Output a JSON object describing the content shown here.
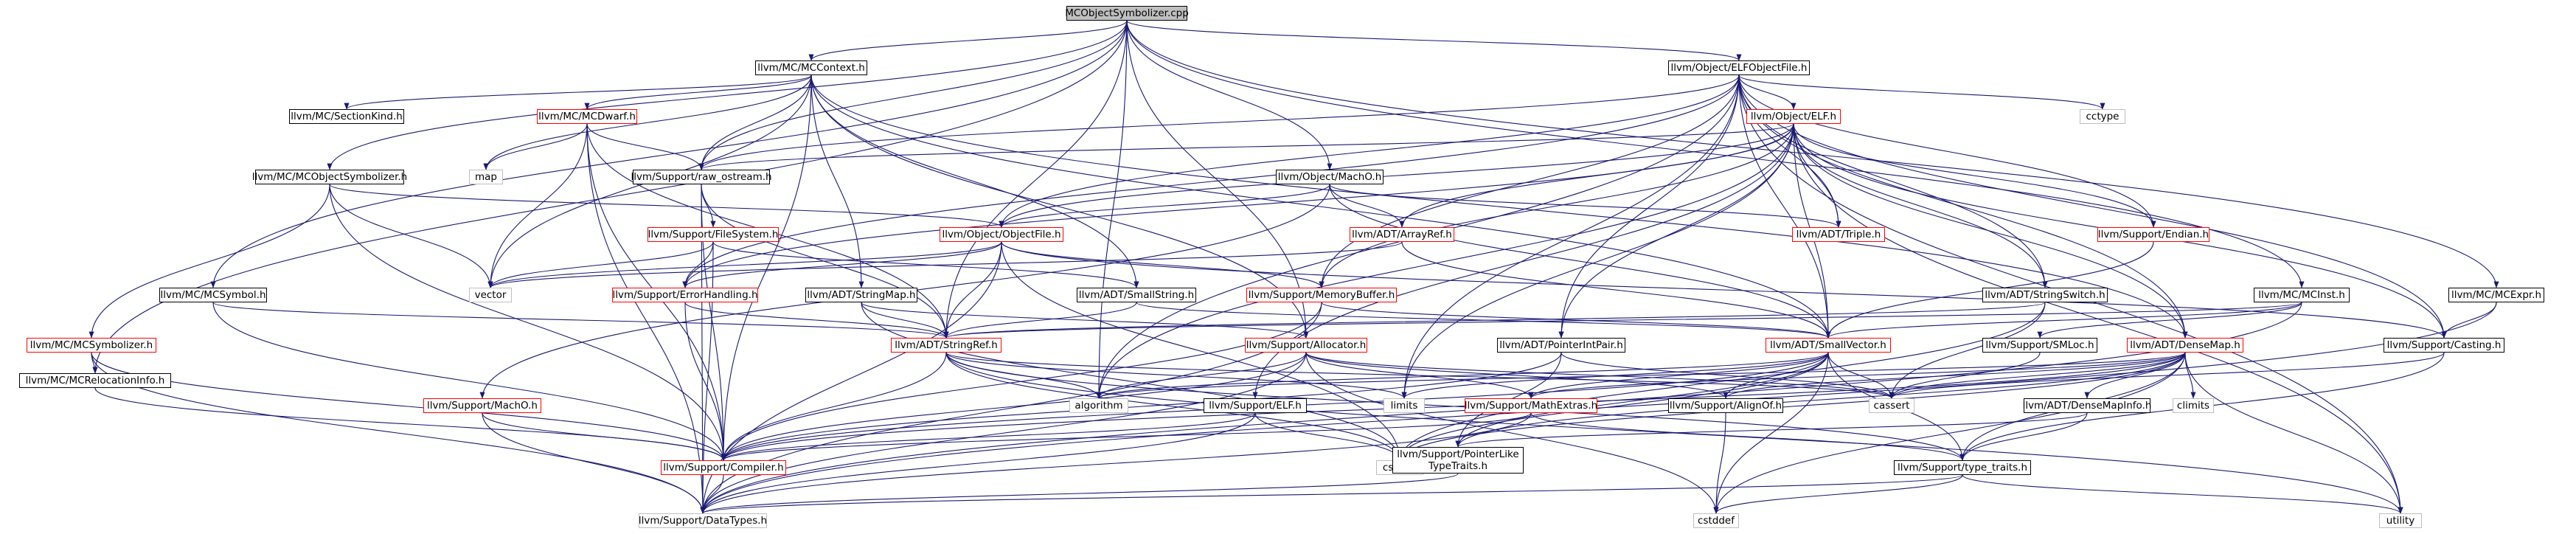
{
  "title": "MCObjectSymbolizer.cpp",
  "colors": {
    "edge": "#191970",
    "root_fill": "#bfbfbf",
    "documented_border": "#000000",
    "truncated_border": "#ff0000",
    "external_border": "#bfbfbf"
  },
  "nodes": [
    {
      "id": "root",
      "label": "MCObjectSymbolizer.cpp",
      "kind": "root"
    },
    {
      "id": "mccontext",
      "label": "llvm/MC/MCContext.h",
      "kind": "doc"
    },
    {
      "id": "elfobjfile",
      "label": "llvm/Object/ELFObjectFile.h",
      "kind": "doc"
    },
    {
      "id": "sectionkind",
      "label": "llvm/MC/SectionKind.h",
      "kind": "doc"
    },
    {
      "id": "mcdwarf",
      "label": "llvm/MC/MCDwarf.h",
      "kind": "red"
    },
    {
      "id": "map",
      "label": "map",
      "kind": "ext"
    },
    {
      "id": "rawostream",
      "label": "llvm/Support/raw_ostream.h",
      "kind": "doc"
    },
    {
      "id": "mcobjsym",
      "label": "llvm/MC/MCObjectSymbolizer.h",
      "kind": "doc"
    },
    {
      "id": "machoh",
      "label": "llvm/Object/MachO.h",
      "kind": "doc"
    },
    {
      "id": "objelfh",
      "label": "llvm/Object/ELF.h",
      "kind": "red"
    },
    {
      "id": "cctype",
      "label": "cctype",
      "kind": "ext"
    },
    {
      "id": "filesystem",
      "label": "llvm/Support/FileSystem.h",
      "kind": "red"
    },
    {
      "id": "objectfile",
      "label": "llvm/Object/ObjectFile.h",
      "kind": "red"
    },
    {
      "id": "arrayref",
      "label": "llvm/ADT/ArrayRef.h",
      "kind": "red"
    },
    {
      "id": "triple",
      "label": "llvm/ADT/Triple.h",
      "kind": "red"
    },
    {
      "id": "endian",
      "label": "llvm/Support/Endian.h",
      "kind": "red"
    },
    {
      "id": "vector",
      "label": "vector",
      "kind": "ext"
    },
    {
      "id": "errorhandling",
      "label": "llvm/Support/ErrorHandling.h",
      "kind": "red"
    },
    {
      "id": "stringmap",
      "label": "llvm/ADT/StringMap.h",
      "kind": "doc"
    },
    {
      "id": "smallstring",
      "label": "llvm/ADT/SmallString.h",
      "kind": "doc"
    },
    {
      "id": "memorybuffer",
      "label": "llvm/Support/MemoryBuffer.h",
      "kind": "red"
    },
    {
      "id": "stringswitch",
      "label": "llvm/ADT/StringSwitch.h",
      "kind": "doc"
    },
    {
      "id": "mcinst",
      "label": "llvm/MC/MCInst.h",
      "kind": "doc"
    },
    {
      "id": "mcexpr",
      "label": "llvm/MC/MCExpr.h",
      "kind": "doc"
    },
    {
      "id": "mcsymbol",
      "label": "llvm/MC/MCSymbol.h",
      "kind": "doc"
    },
    {
      "id": "stringref",
      "label": "llvm/ADT/StringRef.h",
      "kind": "red"
    },
    {
      "id": "allocator",
      "label": "llvm/Support/Allocator.h",
      "kind": "red"
    },
    {
      "id": "pointerintpair",
      "label": "llvm/ADT/PointerIntPair.h",
      "kind": "doc"
    },
    {
      "id": "smallvector",
      "label": "llvm/ADT/SmallVector.h",
      "kind": "red"
    },
    {
      "id": "smloc",
      "label": "llvm/Support/SMLoc.h",
      "kind": "doc"
    },
    {
      "id": "densemap",
      "label": "llvm/ADT/DenseMap.h",
      "kind": "red"
    },
    {
      "id": "casting",
      "label": "llvm/Support/Casting.h",
      "kind": "doc"
    },
    {
      "id": "mcsymbolizer",
      "label": "llvm/MC/MCSymbolizer.h",
      "kind": "red"
    },
    {
      "id": "mcrelocinfo",
      "label": "llvm/MC/MCRelocationInfo.h",
      "kind": "doc"
    },
    {
      "id": "supportmacho",
      "label": "llvm/Support/MachO.h",
      "kind": "red"
    },
    {
      "id": "algorithm",
      "label": "algorithm",
      "kind": "ext"
    },
    {
      "id": "limits",
      "label": "limits",
      "kind": "ext"
    },
    {
      "id": "supportelf",
      "label": "llvm/Support/ELF.h",
      "kind": "doc"
    },
    {
      "id": "mathextras",
      "label": "llvm/Support/MathExtras.h",
      "kind": "red"
    },
    {
      "id": "alignof",
      "label": "llvm/Support/AlignOf.h",
      "kind": "doc"
    },
    {
      "id": "cassert",
      "label": "cassert",
      "kind": "ext"
    },
    {
      "id": "densemapinfo",
      "label": "llvm/ADT/DenseMapInfo.h",
      "kind": "doc"
    },
    {
      "id": "climits",
      "label": "climits",
      "kind": "ext"
    },
    {
      "id": "compiler",
      "label": "llvm/Support/Compiler.h",
      "kind": "red"
    },
    {
      "id": "cstring",
      "label": "cstring",
      "kind": "ext"
    },
    {
      "id": "ptrliketraits",
      "label": "llvm/Support/PointerLike\nTypeTraits.h",
      "kind": "doc"
    },
    {
      "id": "typetraits",
      "label": "llvm/Support/type_traits.h",
      "kind": "doc"
    },
    {
      "id": "datatypes",
      "label": "llvm/Support/DataTypes.h",
      "kind": "ext"
    },
    {
      "id": "cstddef",
      "label": "cstddef",
      "kind": "ext"
    },
    {
      "id": "utility",
      "label": "utility",
      "kind": "ext"
    }
  ],
  "edges": [
    [
      "root",
      "mccontext"
    ],
    [
      "root",
      "elfobjfile"
    ],
    [
      "root",
      "mcobjsym"
    ],
    [
      "root",
      "machoh"
    ],
    [
      "root",
      "rawostream"
    ],
    [
      "root",
      "mcsymbol"
    ],
    [
      "root",
      "mcrelocinfo"
    ],
    [
      "root",
      "mcinst"
    ],
    [
      "root",
      "mcexpr"
    ],
    [
      "root",
      "algorithm"
    ],
    [
      "root",
      "allocator"
    ],
    [
      "root",
      "stringref"
    ],
    [
      "mccontext",
      "sectionkind"
    ],
    [
      "mccontext",
      "mcdwarf"
    ],
    [
      "mccontext",
      "map"
    ],
    [
      "mccontext",
      "rawostream"
    ],
    [
      "mccontext",
      "vector"
    ],
    [
      "mccontext",
      "stringmap"
    ],
    [
      "mccontext",
      "smallstring"
    ],
    [
      "mccontext",
      "allocator"
    ],
    [
      "mccontext",
      "smallvector"
    ],
    [
      "mccontext",
      "densemap"
    ],
    [
      "mccontext",
      "compiler"
    ],
    [
      "mcdwarf",
      "map"
    ],
    [
      "mcdwarf",
      "rawostream"
    ],
    [
      "mcdwarf",
      "vector"
    ],
    [
      "mcdwarf",
      "stringref"
    ],
    [
      "mcdwarf",
      "compiler"
    ],
    [
      "mcdwarf",
      "datatypes"
    ],
    [
      "rawostream",
      "filesystem"
    ],
    [
      "rawostream",
      "stringref"
    ],
    [
      "rawostream",
      "compiler"
    ],
    [
      "rawostream",
      "datatypes"
    ],
    [
      "filesystem",
      "vector"
    ],
    [
      "filesystem",
      "errorhandling"
    ],
    [
      "filesystem",
      "smallstring"
    ],
    [
      "filesystem",
      "datatypes"
    ],
    [
      "mcobjsym",
      "objectfile"
    ],
    [
      "mcobjsym",
      "vector"
    ],
    [
      "mcobjsym",
      "mcsymbolizer"
    ],
    [
      "mcobjsym",
      "compiler"
    ],
    [
      "mcsymbolizer",
      "mcrelocinfo"
    ],
    [
      "mcsymbolizer",
      "compiler"
    ],
    [
      "mcsymbolizer",
      "datatypes"
    ],
    [
      "mcrelocinfo",
      "compiler"
    ],
    [
      "mcsymbol",
      "stringref"
    ],
    [
      "mcsymbol",
      "compiler"
    ],
    [
      "machoh",
      "objectfile"
    ],
    [
      "machoh",
      "arrayref"
    ],
    [
      "machoh",
      "triple"
    ],
    [
      "machoh",
      "smallvector"
    ],
    [
      "machoh",
      "supportmacho"
    ],
    [
      "supportmacho",
      "compiler"
    ],
    [
      "supportmacho",
      "datatypes"
    ],
    [
      "elfobjfile",
      "objelfh"
    ],
    [
      "elfobjfile",
      "objectfile"
    ],
    [
      "elfobjfile",
      "cctype"
    ],
    [
      "elfobjfile",
      "pointerintpair"
    ],
    [
      "elfobjfile",
      "smallvector"
    ],
    [
      "elfobjfile",
      "stringswitch"
    ],
    [
      "elfobjfile",
      "triple"
    ],
    [
      "elfobjfile",
      "endian"
    ],
    [
      "elfobjfile",
      "errorhandling"
    ],
    [
      "elfobjfile",
      "memorybuffer"
    ],
    [
      "elfobjfile",
      "rawostream"
    ],
    [
      "elfobjfile",
      "algorithm"
    ],
    [
      "elfobjfile",
      "limits"
    ],
    [
      "elfobjfile",
      "utility"
    ],
    [
      "elfobjfile",
      "densemap"
    ],
    [
      "elfobjfile",
      "casting"
    ],
    [
      "objelfh",
      "arrayref"
    ],
    [
      "objelfh",
      "densemap"
    ],
    [
      "objelfh",
      "pointerintpair"
    ],
    [
      "objelfh",
      "smallvector"
    ],
    [
      "objelfh",
      "stringswitch"
    ],
    [
      "objelfh",
      "triple"
    ],
    [
      "objelfh",
      "endian"
    ],
    [
      "objelfh",
      "casting"
    ],
    [
      "objelfh",
      "errorhandling"
    ],
    [
      "objelfh",
      "memorybuffer"
    ],
    [
      "objelfh",
      "rawostream"
    ],
    [
      "objelfh",
      "supportelf"
    ],
    [
      "objelfh",
      "algorithm"
    ],
    [
      "objelfh",
      "limits"
    ],
    [
      "objelfh",
      "utility"
    ],
    [
      "objelfh",
      "objectfile"
    ],
    [
      "objectfile",
      "stringref"
    ],
    [
      "objectfile",
      "casting"
    ],
    [
      "objectfile",
      "errorhandling"
    ],
    [
      "objectfile",
      "memorybuffer"
    ],
    [
      "objectfile",
      "cstring"
    ],
    [
      "objectfile",
      "vector"
    ],
    [
      "objectfile",
      "datatypes"
    ],
    [
      "arrayref",
      "smallvector"
    ],
    [
      "arrayref",
      "vector"
    ],
    [
      "errorhandling",
      "stringref"
    ],
    [
      "errorhandling",
      "compiler"
    ],
    [
      "stringmap",
      "stringref"
    ],
    [
      "stringmap",
      "allocator"
    ],
    [
      "stringmap",
      "cstring"
    ],
    [
      "smallstring",
      "smallvector"
    ],
    [
      "smallstring",
      "stringref"
    ],
    [
      "memorybuffer",
      "compiler"
    ],
    [
      "memorybuffer",
      "datatypes"
    ],
    [
      "memorybuffer",
      "smallvector"
    ],
    [
      "stringswitch",
      "stringref"
    ],
    [
      "stringswitch",
      "cassert"
    ],
    [
      "stringswitch",
      "cstring"
    ],
    [
      "endian",
      "smallvector"
    ],
    [
      "mcinst",
      "smallvector"
    ],
    [
      "mcinst",
      "stringref"
    ],
    [
      "mcinst",
      "smloc"
    ],
    [
      "mcinst",
      "datatypes"
    ],
    [
      "mcexpr",
      "casting"
    ],
    [
      "mcexpr",
      "datatypes"
    ],
    [
      "stringref",
      "algorithm"
    ],
    [
      "stringref",
      "cassert"
    ],
    [
      "stringref",
      "cstring"
    ],
    [
      "stringref",
      "limits"
    ],
    [
      "stringref",
      "utility"
    ],
    [
      "stringref",
      "typetraits"
    ],
    [
      "stringref",
      "compiler"
    ],
    [
      "allocator",
      "alignof"
    ],
    [
      "allocator",
      "compiler"
    ],
    [
      "allocator",
      "datatypes"
    ],
    [
      "allocator",
      "mathextras"
    ],
    [
      "allocator",
      "algorithm"
    ],
    [
      "allocator",
      "cassert"
    ],
    [
      "allocator",
      "cstddef"
    ],
    [
      "pointerintpair",
      "ptrliketraits"
    ],
    [
      "pointerintpair",
      "compiler"
    ],
    [
      "pointerintpair",
      "cassert"
    ],
    [
      "smallvector",
      "alignof"
    ],
    [
      "smallvector",
      "compiler"
    ],
    [
      "smallvector",
      "mathextras"
    ],
    [
      "smallvector",
      "typetraits"
    ],
    [
      "smallvector",
      "algorithm"
    ],
    [
      "smallvector",
      "cassert"
    ],
    [
      "smallvector",
      "cstddef"
    ],
    [
      "smallvector",
      "cstring"
    ],
    [
      "smallvector",
      "limits"
    ],
    [
      "smallvector",
      "ptrliketraits"
    ],
    [
      "smloc",
      "cassert"
    ],
    [
      "densemap",
      "densemapinfo"
    ],
    [
      "densemap",
      "alignof"
    ],
    [
      "densemap",
      "compiler"
    ],
    [
      "densemap",
      "mathextras"
    ],
    [
      "densemap",
      "ptrliketraits"
    ],
    [
      "densemap",
      "typetraits"
    ],
    [
      "densemap",
      "algorithm"
    ],
    [
      "densemap",
      "cassert"
    ],
    [
      "densemap",
      "climits"
    ],
    [
      "densemap",
      "cstddef"
    ],
    [
      "densemap",
      "cstring"
    ],
    [
      "densemap",
      "utility"
    ],
    [
      "densemapinfo",
      "ptrliketraits"
    ],
    [
      "densemapinfo",
      "typetraits"
    ],
    [
      "casting",
      "typetraits"
    ],
    [
      "casting",
      "cassert"
    ],
    [
      "supportelf",
      "compiler"
    ],
    [
      "supportelf",
      "datatypes"
    ],
    [
      "supportelf",
      "cstring"
    ],
    [
      "mathextras",
      "compiler"
    ],
    [
      "mathextras",
      "typetraits"
    ],
    [
      "mathextras",
      "datatypes"
    ],
    [
      "alignof",
      "cstddef"
    ],
    [
      "typetraits",
      "datatypes"
    ],
    [
      "typetraits",
      "utility"
    ],
    [
      "typetraits",
      "cstddef"
    ],
    [
      "ptrliketraits",
      "datatypes"
    ],
    [
      "compiler",
      "datatypes"
    ]
  ]
}
